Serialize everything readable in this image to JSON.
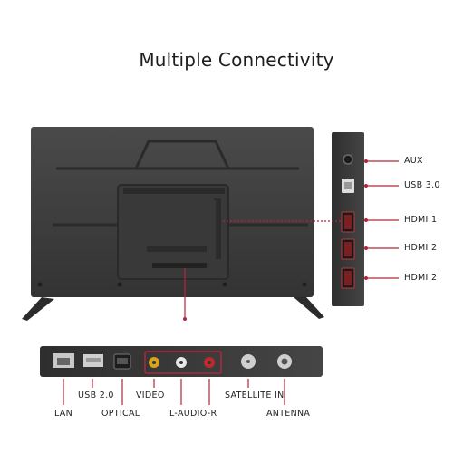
{
  "title": "Multiple Connectivity",
  "side_panel": {
    "ports": [
      {
        "label": "AUX",
        "icon": "aux-jack-icon"
      },
      {
        "label": "USB 3.0",
        "icon": "usb-port-icon"
      },
      {
        "label": "HDMI 1",
        "icon": "hdmi-port-icon"
      },
      {
        "label": "HDMI 2",
        "icon": "hdmi-port-icon"
      },
      {
        "label": "HDMI 2",
        "icon": "hdmi-port-icon"
      }
    ]
  },
  "bottom_panel": {
    "upper_labels": [
      "USB 2.0",
      "VIDEO",
      "SATELLITE IN"
    ],
    "lower_labels": [
      "LAN",
      "OPTICAL",
      "L-AUDIO-R",
      "ANTENNA"
    ]
  },
  "colors": {
    "tv_body": "#3a3a3a",
    "panel": "#363636",
    "leader_line": "#b3263a",
    "rca_red": "#c0282d",
    "rca_yellow": "#d9a21b"
  }
}
